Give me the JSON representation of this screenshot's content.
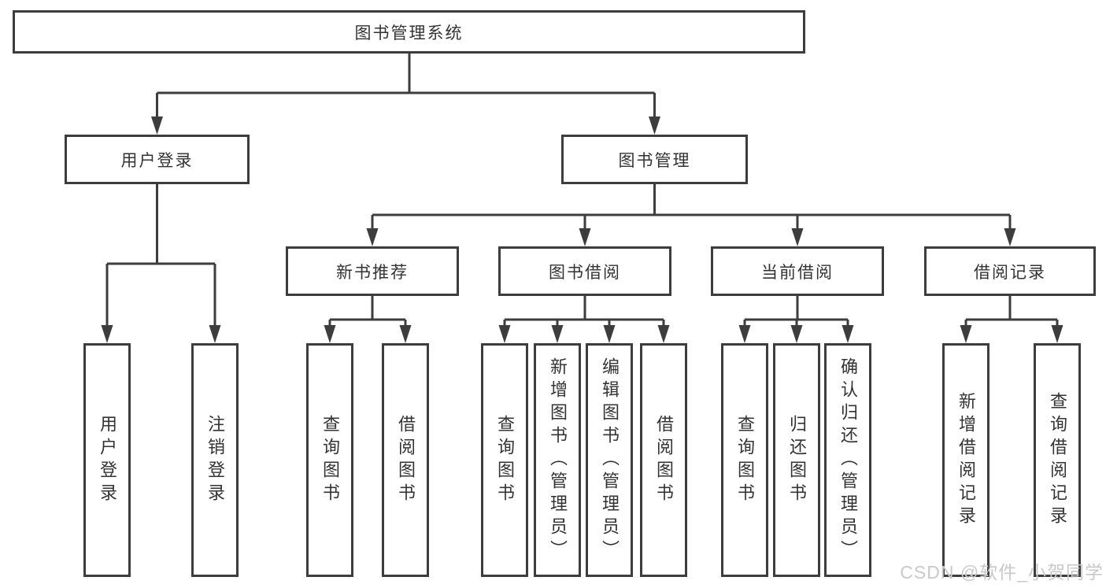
{
  "tree": {
    "root": "图书管理系统",
    "level2": [
      {
        "label": "用户登录",
        "children": [
          "用户登录",
          "注销登录"
        ]
      },
      {
        "label": "图书管理",
        "groups": [
          {
            "label": "新书推荐",
            "children": [
              "查询图书",
              "借阅图书"
            ]
          },
          {
            "label": "图书借阅",
            "children": [
              "查询图书",
              "新增图书（管理员）",
              "编辑图书（管理员）",
              "借阅图书"
            ]
          },
          {
            "label": "当前借阅",
            "children": [
              "查询图书",
              "归还图书",
              "确认归还（管理员）"
            ]
          },
          {
            "label": "借阅记录",
            "children": [
              "新增借阅记录",
              "查询借阅记录"
            ]
          }
        ]
      }
    ]
  },
  "watermark": "CSDN @软件_小贺同学",
  "colors": {
    "line": "#3d3d3d",
    "box_border": "#3d3d3d",
    "text": "#333333",
    "watermark": "#c9c9c9",
    "background": "#ffffff"
  }
}
